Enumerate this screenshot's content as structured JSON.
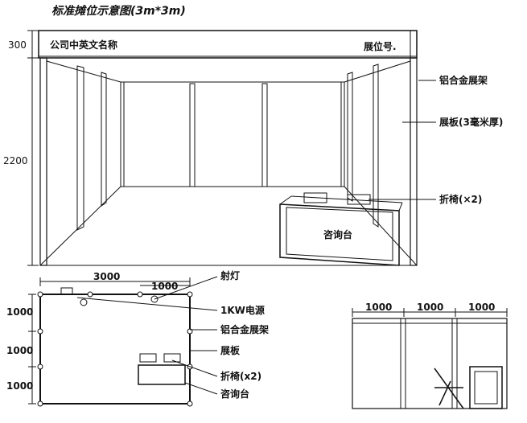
{
  "title": "标准摊位示意图(3m*3m)",
  "fascia": {
    "company_name": "公司中英文名称",
    "booth_number": "展位号."
  },
  "dimensions": {
    "fascia_height": "300",
    "wall_height": "2200",
    "plan_width": "3000",
    "spotlight_spacing": "1000",
    "plan_depth_1": "1000",
    "plan_depth_2": "1000",
    "plan_depth_3": "1000",
    "elevation_1": "1000",
    "elevation_2": "1000",
    "elevation_3": "1000"
  },
  "perspective_labels": {
    "frame": "铝合金展架",
    "panel": "展板(3毫米厚)",
    "chair": "折椅(×2)",
    "desk": "咨询台"
  },
  "plan_labels": {
    "spotlight": "射灯",
    "power": "1KW电源",
    "frame": "铝合金展架",
    "panel": "展板",
    "chair": "折椅(x2)",
    "desk": "咨询台"
  }
}
